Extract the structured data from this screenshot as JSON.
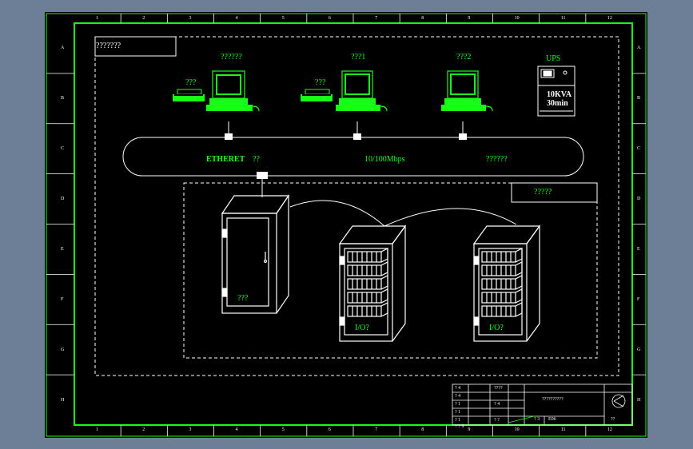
{
  "labels": {
    "title_box": "???????",
    "pc_main": "??????",
    "pc_1": "???1",
    "pc_2": "???2",
    "printer_1": "???",
    "printer_2": "???",
    "ups_title": "UPS",
    "ups_spec_1": "10KVA",
    "ups_spec_2": "30min",
    "ethernet": "ETHERET",
    "ethernet_q": "??",
    "speed": "10/100Mbps",
    "net_right": "??????",
    "field_box": "?????",
    "cabinet_main": "???",
    "io_cabinet_1": "I/O?",
    "io_cabinet_2": "I/O?"
  },
  "ruler": {
    "top": [
      "1",
      "2",
      "3",
      "4",
      "5",
      "6",
      "7",
      "8",
      "9",
      "10",
      "11",
      "12"
    ],
    "bottom": [
      "1",
      "2",
      "3",
      "4",
      "5",
      "6",
      "7",
      "8",
      "9",
      "10",
      "11",
      "12"
    ],
    "left": [
      "A",
      "B",
      "C",
      "D",
      "E",
      "F",
      "G",
      "H"
    ],
    "right": [
      "A",
      "B",
      "C",
      "D",
      "E",
      "F",
      "G",
      "H"
    ]
  },
  "title_block": {
    "r1": "? 4",
    "r2": "? 4",
    "r3": "? 1",
    "r4": "? 1",
    "r5": "? 1",
    "r6": "? ? 9",
    "name": "????",
    "drawing_title": "??????????",
    "c1": "? 4",
    "c2": "? ?",
    "c3": "? 3",
    "c4": "E06",
    "c5": "??"
  },
  "colors": {
    "green": "#17ff17",
    "white": "#ffffff",
    "background": "#000000",
    "desktop": "#6d7f96"
  }
}
